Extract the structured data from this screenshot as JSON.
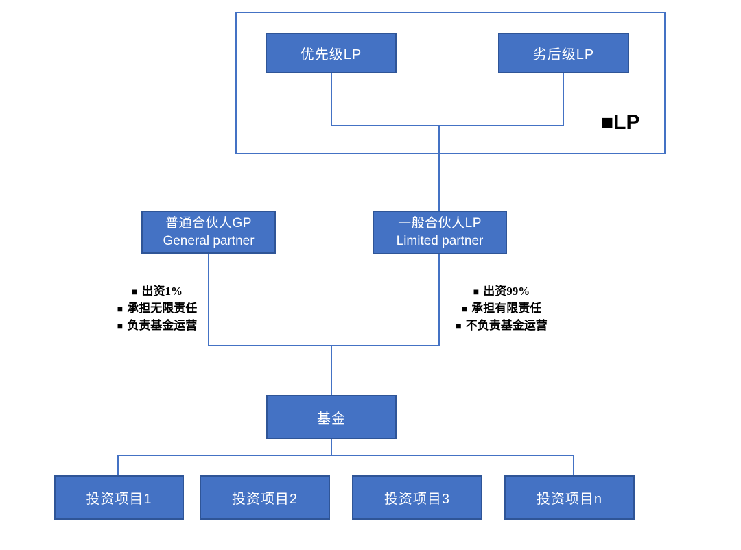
{
  "colors": {
    "background": "#FFFFFF",
    "node_fill": "#4472C4",
    "node_border": "#2F5597",
    "connector": "#4472C4",
    "node_text": "#FFFFFF",
    "notes_text": "#000000"
  },
  "lp_group": {
    "legend": {
      "icon": "■",
      "label": "LP"
    },
    "boxes": [
      {
        "label": "优先级LP"
      },
      {
        "label": "劣后级LP"
      }
    ]
  },
  "partners": {
    "gp": {
      "title": "普通合伙人GP",
      "subtitle": "General partner"
    },
    "lp": {
      "title": "一般合伙人LP",
      "subtitle": "Limited partner"
    }
  },
  "notes": {
    "bullet": "■",
    "gp": [
      "出资1%",
      "承担无限责任",
      "负责基金运营"
    ],
    "lp": [
      "出资99%",
      "承担有限责任",
      "不负责基金运营"
    ]
  },
  "fund": {
    "label": "基金"
  },
  "projects": [
    {
      "label": "投资项目1"
    },
    {
      "label": "投资项目2"
    },
    {
      "label": "投资项目3"
    },
    {
      "label": "投资项目n"
    }
  ]
}
